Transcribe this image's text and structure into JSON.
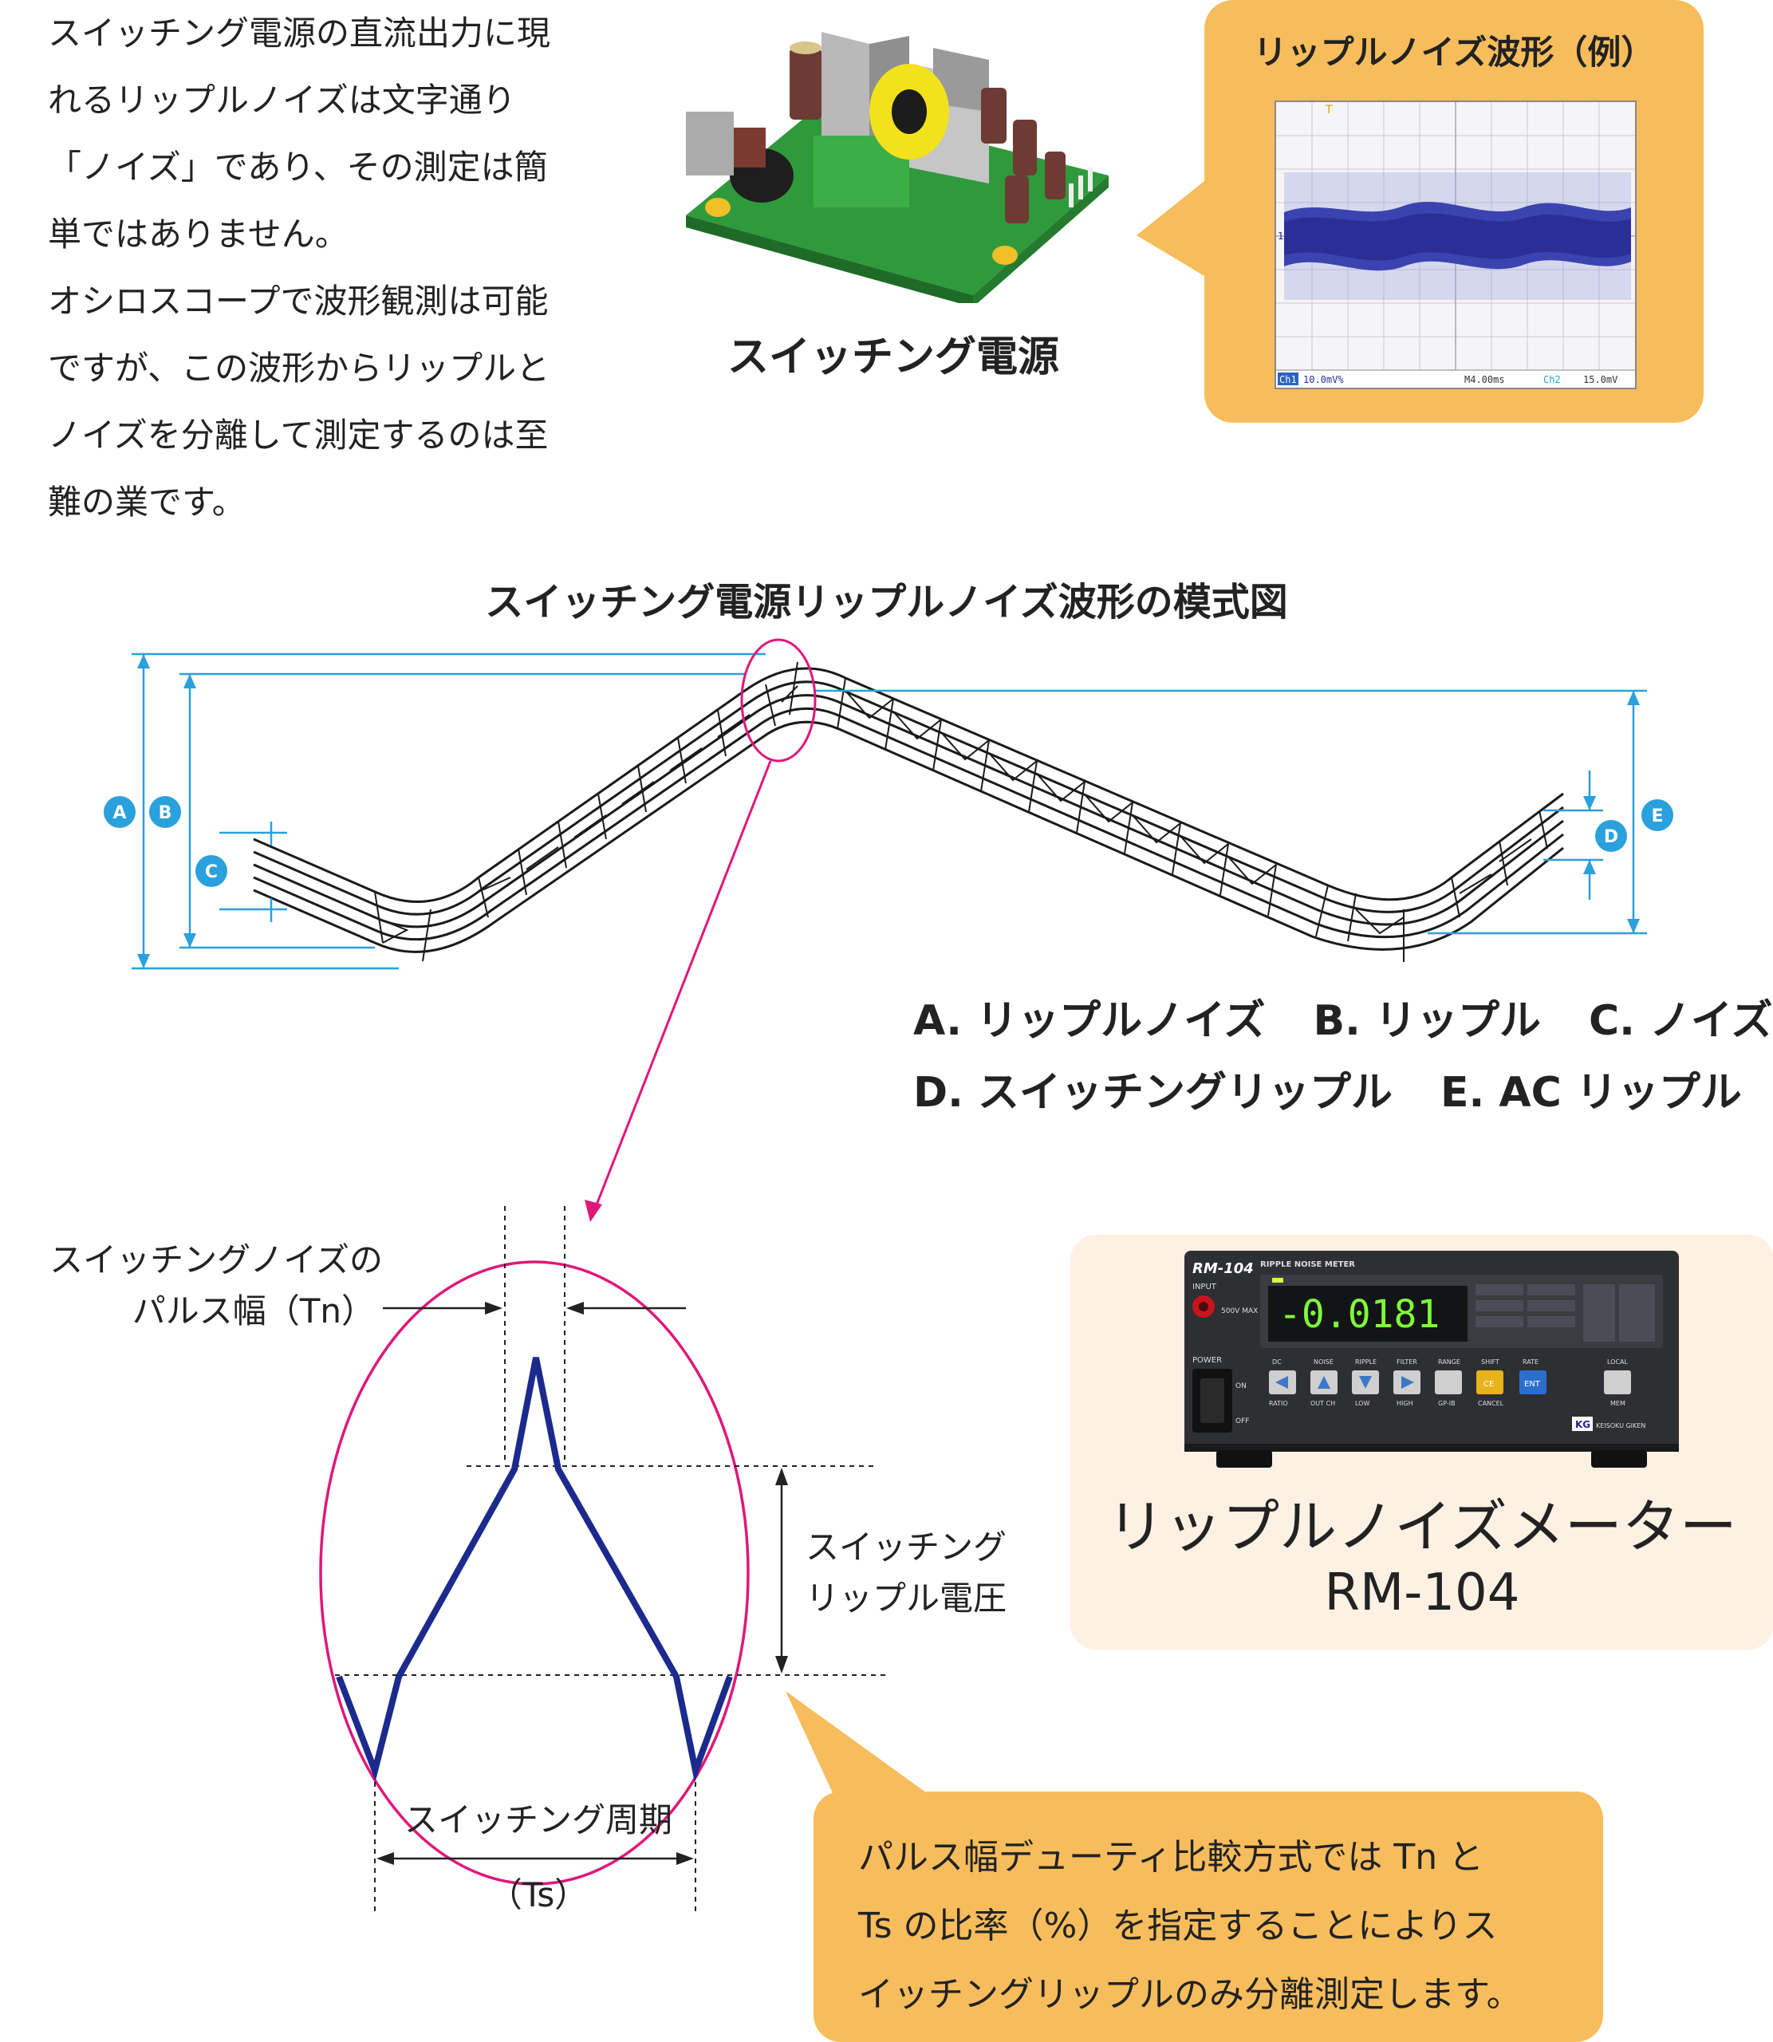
{
  "intro": {
    "lines": [
      "スイッチング電源の直流出力に現",
      "れるリップルノイズは文字通り",
      "「ノイズ」であり、その測定は簡",
      "単ではありません。",
      "オシロスコープで波形観測は可能",
      "ですが、この波形からリップルと",
      "ノイズを分離して測定するのは至",
      "難の業です。"
    ]
  },
  "psu": {
    "caption": "スイッチング電源"
  },
  "waveform_callout": {
    "title": "リップルノイズ波形（例）",
    "scope_footer": {
      "ch1": "Ch1",
      "scale": "10.0mV%",
      "time": "M4.00ms",
      "trigger": "Ch2",
      "level": "15.0mV"
    }
  },
  "diagram": {
    "title": "スイッチング電源リップルノイズ波形の模式図",
    "markers": [
      "A",
      "B",
      "C",
      "D",
      "E"
    ],
    "legend": {
      "line1": [
        "A. リップルノイズ",
        "B. リップル",
        "C. ノイズ"
      ],
      "line2": [
        "D. スイッチングリップル",
        "E. AC リップル"
      ]
    }
  },
  "detail": {
    "tn_label_line1": "スイッチングノイズの",
    "tn_label_line2": "パルス幅（Tn）",
    "ripple_label_line1": "スイッチング",
    "ripple_label_line2": "リップル電圧",
    "period_label": "スイッチング周期",
    "period_sub": "（Ts）"
  },
  "meter": {
    "name": "リップルノイズメーター",
    "model": "RM-104",
    "panel": {
      "brand_model": "RM-104",
      "title": "RIPPLE NOISE METER",
      "input": "INPUT",
      "max": "500V MAX",
      "reading": "-0.0181",
      "power": "POWER",
      "on": "ON",
      "off": "OFF",
      "keys_top": [
        "DC",
        "NOISE",
        "RIPPLE",
        "FILTER",
        "RANGE",
        "SHIFT",
        "RATE",
        "LOCAL"
      ],
      "keys_bottom": [
        "RATIO",
        "OUT CH",
        "LOW",
        "HIGH",
        "GP-IB",
        "CANCEL",
        "MEM"
      ],
      "ce": "CE",
      "ent": "ENT",
      "logo": "KG",
      "maker": "KEISOKU GIKEN"
    }
  },
  "summary": {
    "lines": [
      "パルス幅デューティ比較方式では Tn と",
      "Ts の比率（%）を指定することによりス",
      "イッチングリップルのみ分離測定します。"
    ]
  },
  "colors": {
    "callout": "#f7bd5c",
    "meter_bg": "#fdf1e4",
    "dimension": "#2aa0dc",
    "highlight": "#e0177a",
    "wave": "#1b2a8c"
  }
}
